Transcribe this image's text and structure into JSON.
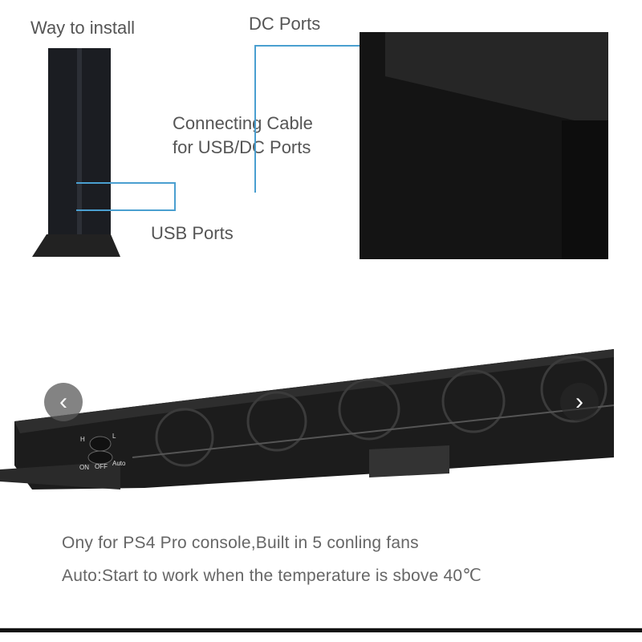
{
  "labels": {
    "way_to_install": "Way to install",
    "dc_ports": "DC Ports",
    "connecting_cable_1": "Connecting Cable",
    "connecting_cable_2": "for USB/DC Ports",
    "usb_ports": "USB Ports"
  },
  "switch": {
    "h": "H",
    "l": "L",
    "on": "ON",
    "off": "OFF",
    "auto": "Auto"
  },
  "captions": {
    "line1": "Ony for PS4 Pro console,Built in 5 conling fans",
    "line2": "Auto:Start to work when the temperature is sbove 40℃"
  },
  "carousel": {
    "prev": "‹",
    "next": "›"
  },
  "colors": {
    "cable_line": "#4a9fd0",
    "product": "#1a1a1a"
  }
}
